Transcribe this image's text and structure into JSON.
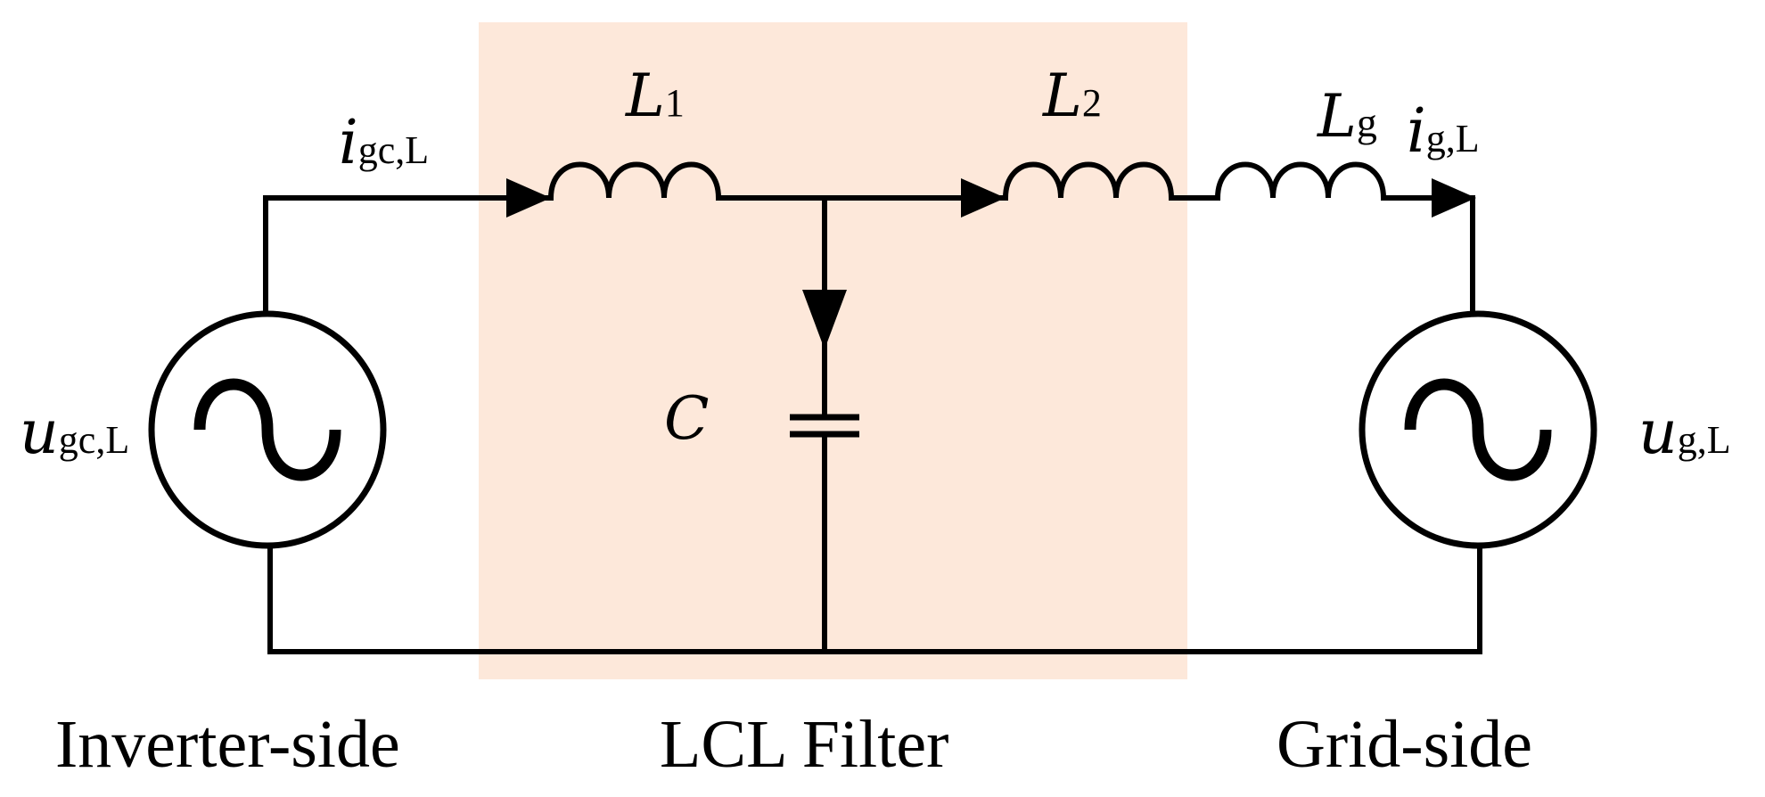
{
  "colors": {
    "filter_box": "#fde8da",
    "stroke": "#000000"
  },
  "labels": {
    "i_inverter": {
      "symbol": "i",
      "subscript": "gc,L"
    },
    "i_grid": {
      "symbol": "i",
      "subscript": "g,L"
    },
    "u_inverter": {
      "symbol": "u",
      "subscript": "gc,L"
    },
    "u_grid": {
      "symbol": "u",
      "subscript": "g,L"
    },
    "L1": {
      "symbol": "L",
      "subscript": "1"
    },
    "L2": {
      "symbol": "L",
      "subscript": "2"
    },
    "Lg": {
      "symbol": "L",
      "subscript": "g"
    },
    "C": {
      "symbol": "C"
    }
  },
  "sections": {
    "inverter": "Inverter-side",
    "filter": "LCL Filter",
    "grid": "Grid-side"
  }
}
